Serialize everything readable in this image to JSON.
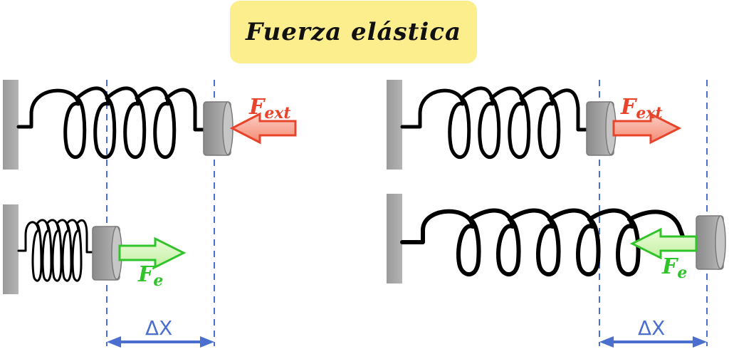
{
  "title": "Fuerza elástica",
  "labels": {
    "f_main": "F",
    "ext_sub": "ext",
    "e_sub": "e",
    "delta_x": "ΔX"
  },
  "colors": {
    "title_background": "#fcee8c",
    "external_force": "#e8442c",
    "elastic_force": "#2fc42a",
    "displacement": "#4a6fcf"
  }
}
